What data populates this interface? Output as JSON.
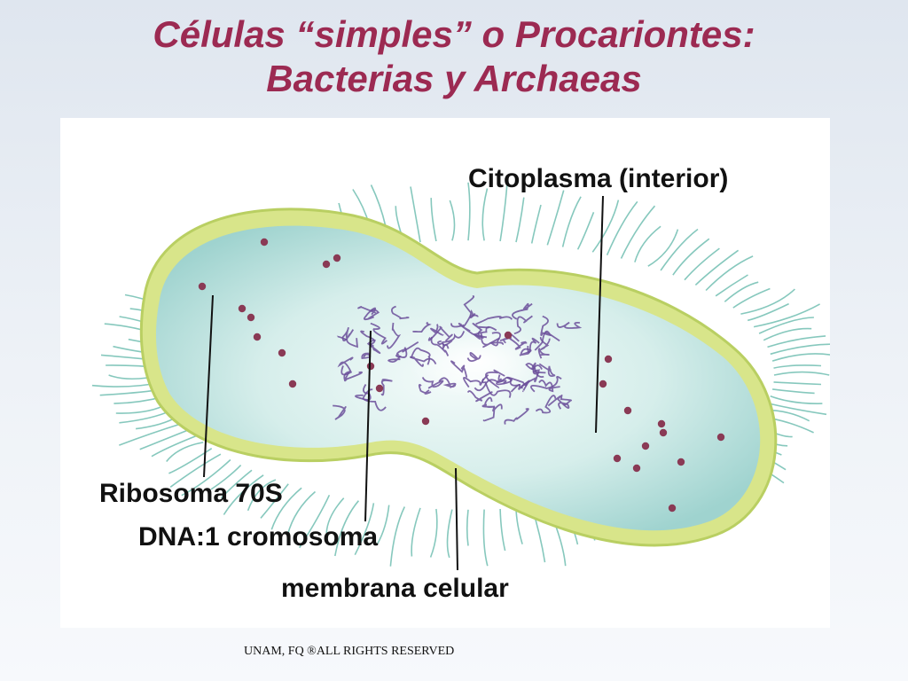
{
  "slide": {
    "title_line1": "Células “simples” o Procariontes:",
    "title_line2": "Bacterias y Archaeas"
  },
  "diagram": {
    "labels": {
      "citoplasma": "Citoplasma (interior)",
      "ribosoma": "Ribosoma 70S",
      "dna": "DNA:1 cromosoma",
      "membrana": "membrana celular"
    },
    "colors": {
      "membrane_outer": "#d8e58a",
      "cell_interior": "#cfe9e6",
      "pili": "#86c8bd",
      "dna": "#6b4f9a",
      "ribosome": "#8a3a55"
    }
  },
  "footer": {
    "copyright": "UNAM, FQ ®ALL RIGHTS RESERVED"
  }
}
